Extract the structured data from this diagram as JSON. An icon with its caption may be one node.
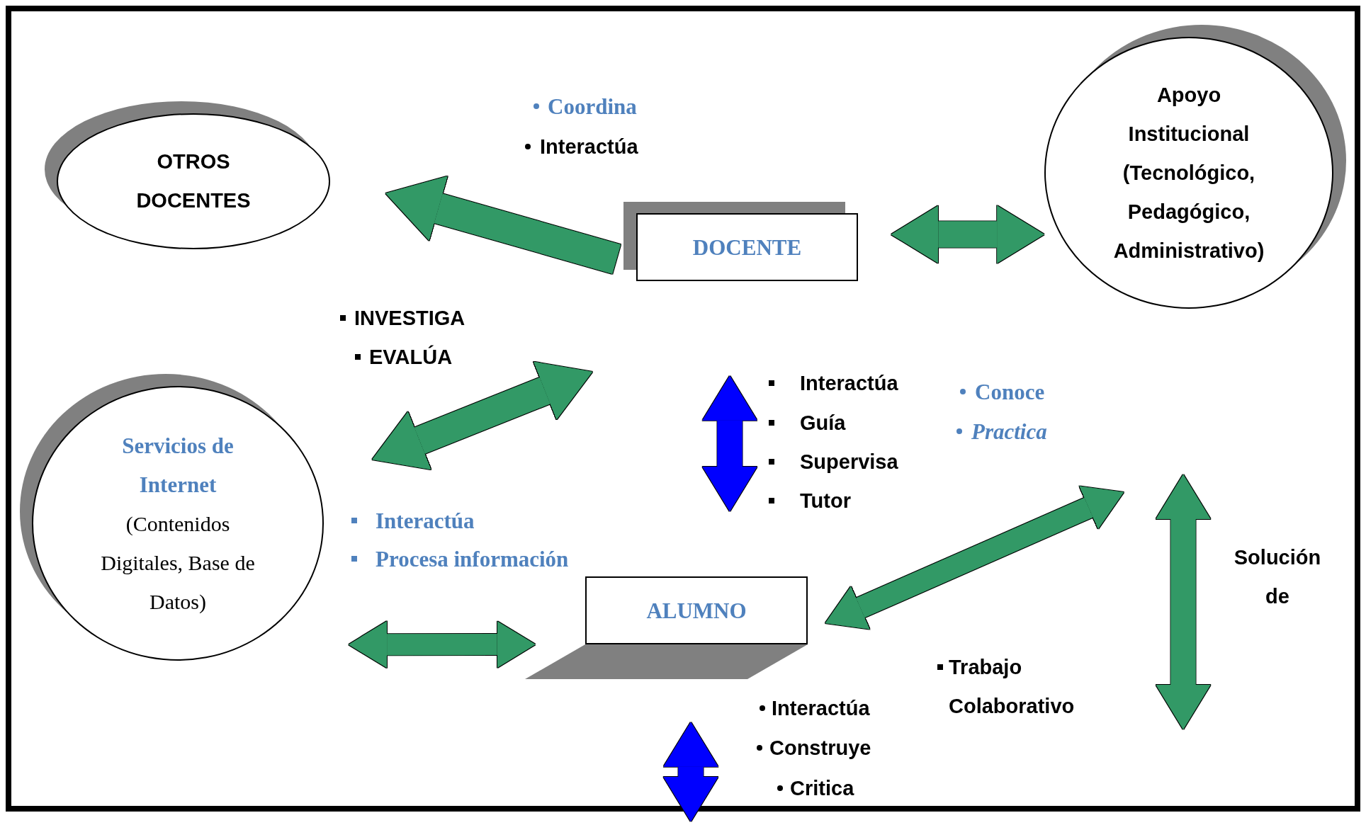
{
  "diagram": {
    "nodes": [
      {
        "text": [
          "OTROS DOCENTES"
        ]
      },
      {
        "text": [
          "DOCENTE"
        ]
      },
      {
        "text": [
          "Apoyo Institucional (Tecnológico, Pedagógico, Administrativo)"
        ]
      },
      {
        "text": [
          "Servicios de Internet",
          "(Contenidos Digitales, Base de Datos)"
        ]
      },
      {
        "text": [
          "ALUMNO"
        ]
      }
    ],
    "edges": [
      {
        "from": 1,
        "to": 0,
        "arrow": "to"
      },
      {
        "from": 1,
        "to": 2,
        "arrow": "both"
      },
      {
        "from": 3,
        "to": 1,
        "arrow": "both"
      },
      {
        "from": 1,
        "to": 4,
        "arrow": "both",
        "color": "#0000ff"
      },
      {
        "from": 3,
        "to": 4,
        "arrow": "both"
      },
      {
        "from": 4,
        "to": null,
        "arrow": "both"
      },
      {
        "from": 4,
        "to": null,
        "arrow": "both",
        "color": "#0000ff"
      }
    ],
    "labels": [
      "Coordina",
      "Interactúa",
      "INVESTIGA",
      "EVALÚA",
      "Interactúa",
      "Conoce",
      "Guía",
      "Practica",
      "Supervisa",
      "Tutor",
      "Interactúa",
      "Procesa información",
      "Solución de",
      "Trabajo Colaborativo",
      "Interactúa",
      "Construye",
      "Critica"
    ]
  }
}
